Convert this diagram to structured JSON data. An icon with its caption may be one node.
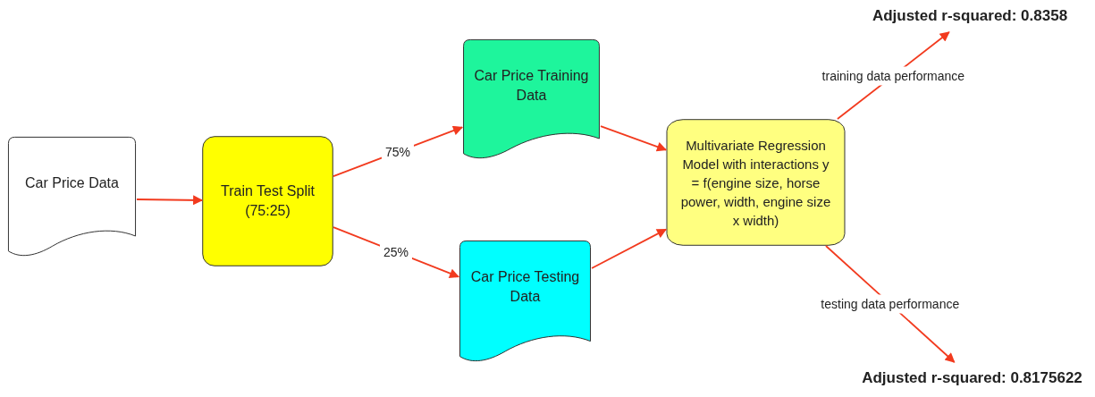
{
  "diagram": {
    "nodes": [
      {
        "text": [
          "Car Price Data"
        ]
      },
      {
        "text": [
          "Train Test Split (75:25)"
        ]
      },
      {
        "text": [
          "Car Price Training Data"
        ]
      },
      {
        "text": [
          "Car Price Testing Data"
        ]
      },
      {
        "text": [
          "Multivariate Regression Model with interactions y = f(engine size, horse power, width, engine size x width)"
        ]
      },
      {
        "text": [
          "Adjusted r-squared: 0.8358"
        ]
      },
      {
        "text": [
          "Adjusted r-squared: 0.8175622"
        ]
      }
    ],
    "edges": [
      {
        "from": 0,
        "to": 1,
        "arrow": "to"
      },
      {
        "from": 1,
        "to": 2,
        "arrow": "to",
        "label": "75%"
      },
      {
        "from": 1,
        "to": 3,
        "arrow": "to",
        "label": "25%"
      },
      {
        "from": 2,
        "to": 4,
        "arrow": "to"
      },
      {
        "from": 3,
        "to": 4,
        "arrow": "to"
      },
      {
        "from": 4,
        "to": 5,
        "arrow": "to",
        "label": "training data performance"
      },
      {
        "from": 4,
        "to": 6,
        "arrow": "to",
        "label": "testing data performance"
      }
    ]
  }
}
